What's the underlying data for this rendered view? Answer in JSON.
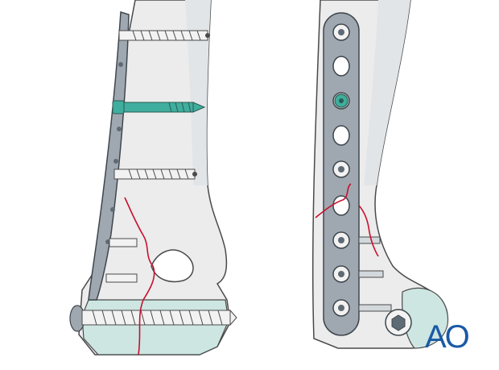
{
  "logo": {
    "text": "AO"
  },
  "colors": {
    "bone": "#ececec",
    "bone_shadow": "#d8dcdf",
    "bone_outline": "#4a4a4a",
    "cartilage": "#cde6e2",
    "plate": "#9fa8b0",
    "plate_dark": "#5f6b74",
    "screw": "#f2f2f2",
    "locking_screw": "#3fae9e",
    "fracture_line": "#c8102e",
    "logo": "#1a5aa6"
  },
  "views": [
    {
      "name": "lateral-view",
      "plate": "posterolateral-plate",
      "lag_screw": "green-lag-screw"
    },
    {
      "name": "anterior-view",
      "plate": "lateral-plate",
      "locking_screw": "green-locking-screw"
    }
  ]
}
